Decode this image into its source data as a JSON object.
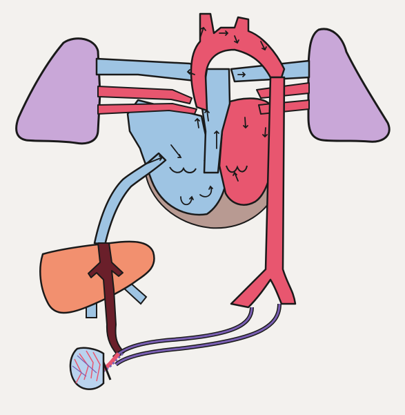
{
  "diagram": {
    "kind": "hand-drawn fetal circulation illustration",
    "text_labels": [],
    "colors": {
      "background": "#f3f1ee",
      "oxygenated_blood": "#e8566f",
      "deoxygenated_blood": "#9ec4e3",
      "lung": "#c9a7d8",
      "liver": "#f2906f",
      "ductus_venosus": "#6a1f2a",
      "umbilical_vessels": "#7a5fb3",
      "myocardium": "#b89a92",
      "outline": "#1a1a1a"
    },
    "components": [
      "left-lung",
      "right-lung",
      "heart",
      "aortic-arch",
      "superior-vena-cava",
      "inferior-vena-cava",
      "pulmonary-arteries",
      "ductus-arteriosus",
      "descending-aorta",
      "liver",
      "ductus-venosus",
      "umbilical-vein",
      "umbilical-arteries",
      "placenta"
    ]
  }
}
